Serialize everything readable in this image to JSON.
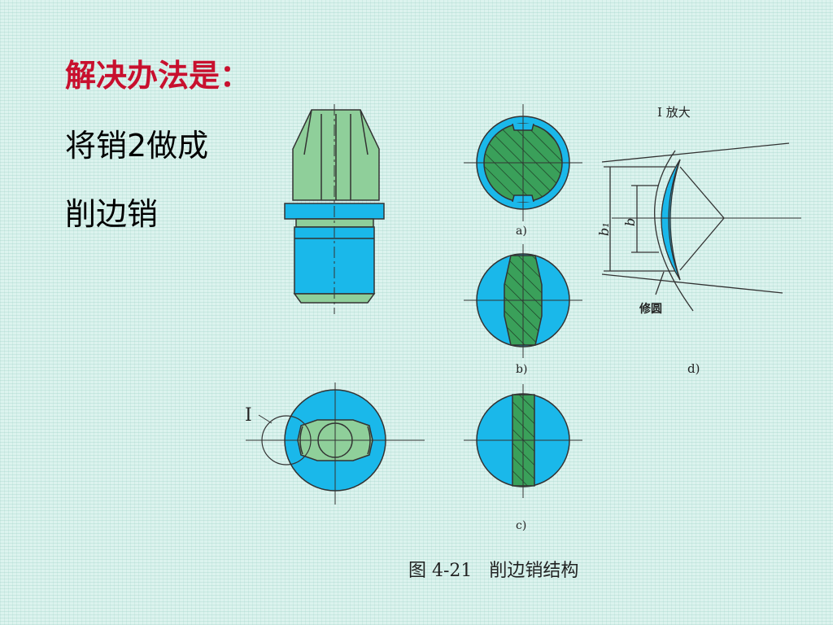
{
  "slide": {
    "title": "解决办法是：",
    "line1": "将销2做成",
    "line2": "削边销"
  },
  "figure": {
    "label_a": "a)",
    "label_b": "b)",
    "label_c": "c)",
    "label_d": "d)",
    "detail_title": "I 放大",
    "roman_marker": "I",
    "dim_b1": "b₁",
    "dim_b": "b",
    "rounding_label": "修圆",
    "caption": "图 4-21   削边销结构"
  },
  "colors": {
    "title_red": "#c8102e",
    "pin_green": "#8fcf9a",
    "hatch_green": "#3aa05a",
    "hole_blue": "#1ab8ea",
    "background": "#dcf3ee"
  }
}
